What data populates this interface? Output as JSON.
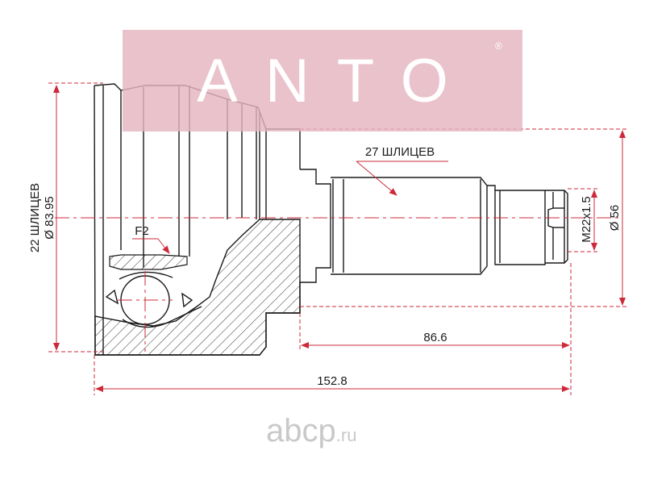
{
  "logo": {
    "text": "ANTO",
    "mark": "®",
    "color": "#e4b4c0"
  },
  "watermark": {
    "name": "abcp",
    "domain": ".ru"
  },
  "dimensions": {
    "left_splines": "22 ШЛИЦЕВ",
    "left_diameter": "Ø 83.95",
    "shaft_splines": "27 ШЛИЦЕВ",
    "thread": "M22x1.5",
    "right_diameter": "Ø 56",
    "shaft_length": "86.6",
    "total_length": "152.8",
    "f_label": "F2"
  },
  "colors": {
    "dimension_line": "#cc2a3a",
    "outline": "#1a1a1a",
    "hatch": "#333333"
  }
}
